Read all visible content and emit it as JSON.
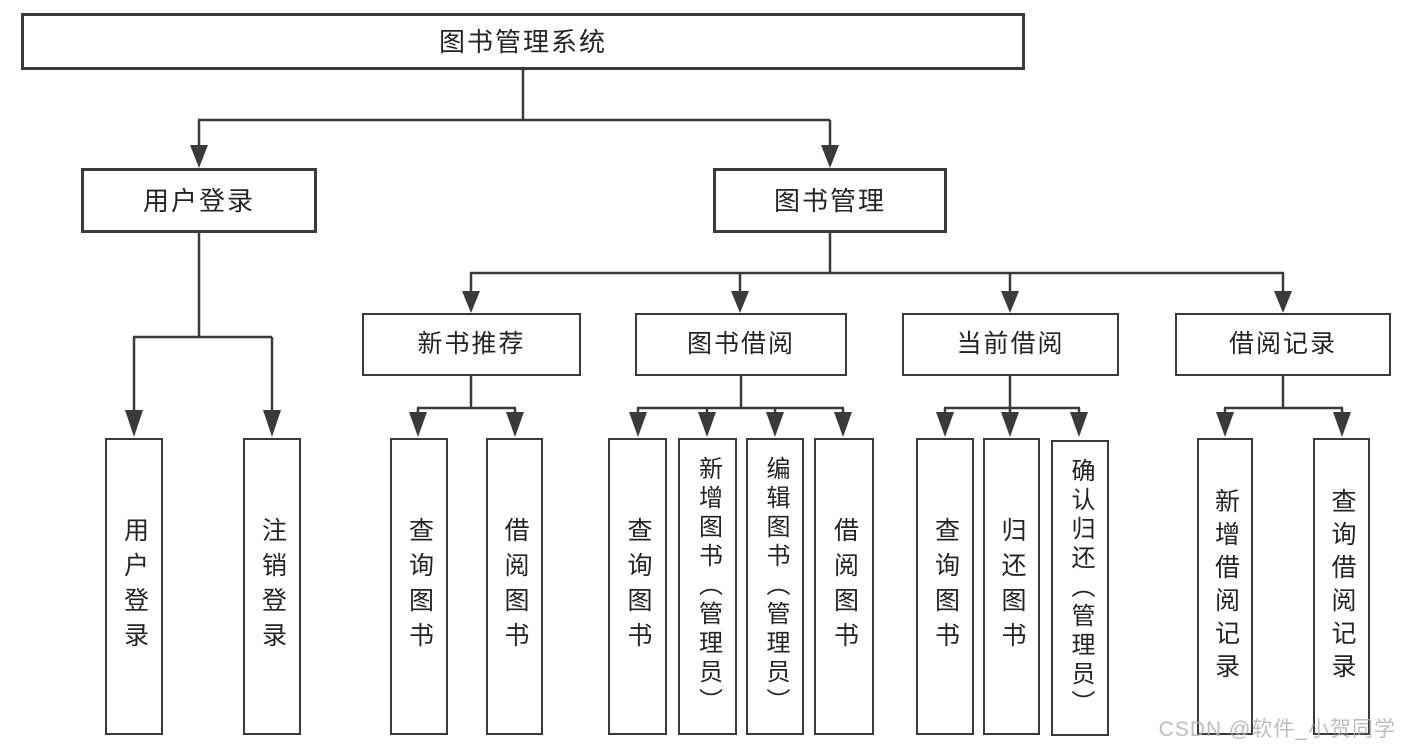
{
  "colors": {
    "line": "#3a3a3a",
    "text": "#242424",
    "watermark_color": "#b3b3b3",
    "background": "#ffffff"
  },
  "watermark": {
    "text": "CSDN @软件_小贺同学"
  },
  "tree": {
    "root": {
      "label": "图书管理系统",
      "children": [
        {
          "label": "用户登录",
          "children": [
            {
              "label": "用户登录"
            },
            {
              "label": "注销登录"
            }
          ]
        },
        {
          "label": "图书管理",
          "children": [
            {
              "label": "新书推荐",
              "children": [
                {
                  "label": "查询图书"
                },
                {
                  "label": "借阅图书"
                }
              ]
            },
            {
              "label": "图书借阅",
              "children": [
                {
                  "label": "查询图书"
                },
                {
                  "label": "新增图书（管理员）"
                },
                {
                  "label": "编辑图书（管理员）"
                },
                {
                  "label": "借阅图书"
                }
              ]
            },
            {
              "label": "当前借阅",
              "children": [
                {
                  "label": "查询图书"
                },
                {
                  "label": "归还图书"
                },
                {
                  "label": "确认归还（管理员）"
                }
              ]
            },
            {
              "label": "借阅记录",
              "children": [
                {
                  "label": "新增借阅记录"
                },
                {
                  "label": "查询借阅记录"
                }
              ]
            }
          ]
        }
      ]
    }
  }
}
